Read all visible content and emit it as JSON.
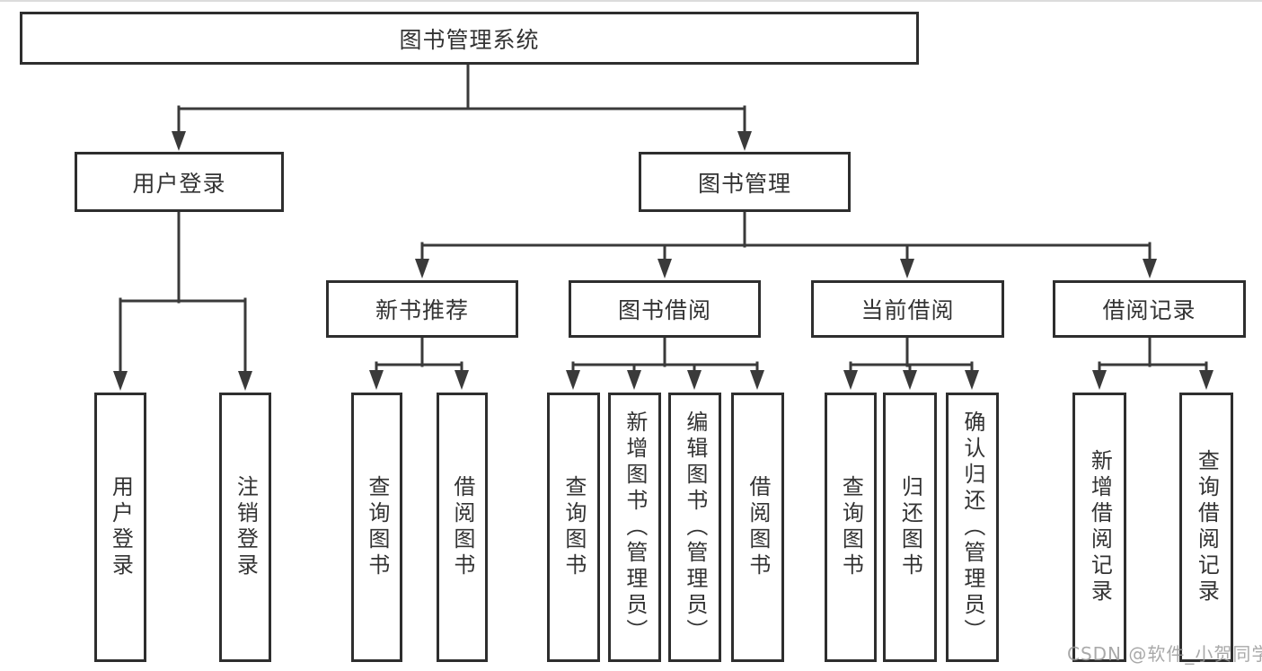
{
  "diagram": {
    "root": {
      "label": "图书管理系统"
    },
    "level2": [
      {
        "id": "user-login",
        "label": "用户登录"
      },
      {
        "id": "book-management",
        "label": "图书管理"
      }
    ],
    "level3": [
      {
        "id": "new-book-recommend",
        "label": "新书推荐"
      },
      {
        "id": "book-borrowing",
        "label": "图书借阅"
      },
      {
        "id": "current-borrowing",
        "label": "当前借阅"
      },
      {
        "id": "borrowing-records",
        "label": "借阅记录"
      }
    ],
    "leaves": {
      "user_login": [
        "用户登录",
        "注销登录"
      ],
      "new_book_recommend": [
        "查询图书",
        "借阅图书"
      ],
      "book_borrowing": [
        "查询图书",
        "新增图书（管理员）",
        "编辑图书（管理员）",
        "借阅图书"
      ],
      "current_borrowing": [
        "查询图书",
        "归还图书",
        "确认归还（管理员）"
      ],
      "borrowing_records": [
        "新增借阅记录",
        "查询借阅记录"
      ]
    }
  },
  "watermark": {
    "text": "CSDN @软件_小贺同学"
  },
  "colors": {
    "line": "#3a3a3a",
    "border": "#2e2e2e",
    "text": "#333333",
    "background": "#ffffff",
    "watermark": "#9b9b9b"
  }
}
